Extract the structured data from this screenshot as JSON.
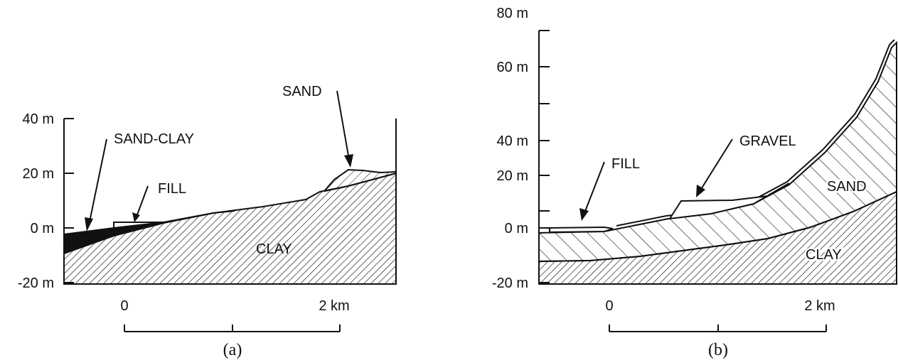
{
  "panels": [
    {
      "id": "a",
      "caption": "(a)",
      "y_ticks": [
        "40 m",
        "20 m",
        "0 m",
        "-20 m"
      ],
      "scale": {
        "start_label": "0",
        "end_label": "2 km"
      },
      "layers": [
        {
          "name": "SAND-CLAY",
          "fill": "solid-black"
        },
        {
          "name": "FILL",
          "fill": "white"
        },
        {
          "name": "SAND",
          "fill": "light-hatch"
        },
        {
          "name": "CLAY",
          "fill": "dense-hatch"
        }
      ]
    },
    {
      "id": "b",
      "caption": "(b)",
      "y_ticks": [
        "80 m",
        "60 m",
        "40 m",
        "20 m",
        "0 m",
        "-20 m"
      ],
      "scale": {
        "start_label": "0",
        "end_label": "2 km"
      },
      "layers": [
        {
          "name": "FILL",
          "fill": "white"
        },
        {
          "name": "GRAVEL",
          "fill": "white"
        },
        {
          "name": "SAND",
          "fill": "wide-hatch"
        },
        {
          "name": "CLAY",
          "fill": "dense-hatch"
        }
      ]
    }
  ],
  "colors": {
    "ink": "#111111",
    "background": "#ffffff"
  }
}
